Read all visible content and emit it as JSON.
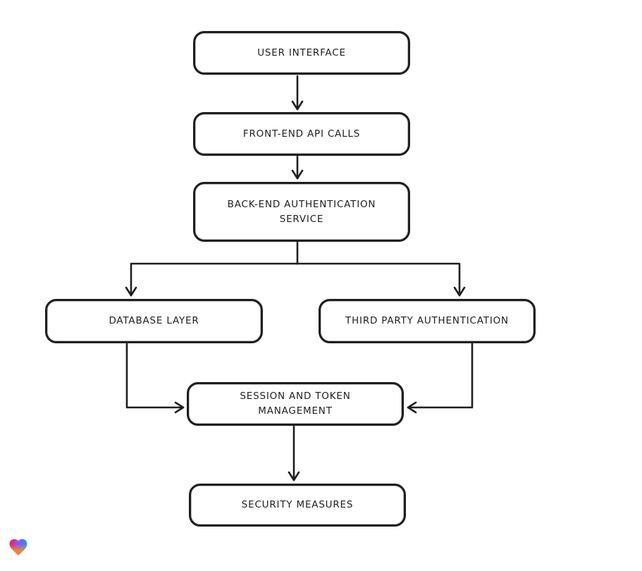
{
  "page": {
    "background_color": "#ffffff"
  },
  "diagram": {
    "type": "flowchart",
    "style": "hand-drawn",
    "stroke_color": "#1e1e1e",
    "node_fill_color": "#ffffff",
    "nodes": [
      {
        "id": "user-interface",
        "label": "USER INTERFACE"
      },
      {
        "id": "front-end-api-calls",
        "label": "FRONT-END API CALLS"
      },
      {
        "id": "back-end-authentication-service",
        "label": "BACK-END AUTHENTICATION SERVICE"
      },
      {
        "id": "database-layer",
        "label": "DATABASE LAYER"
      },
      {
        "id": "third-party-authentication",
        "label": "THIRD PARTY AUTHENTICATION"
      },
      {
        "id": "session-and-token-management",
        "label": "SESSION AND TOKEN MANAGEMENT"
      },
      {
        "id": "security-measures",
        "label": "SECURITY MEASURES"
      }
    ],
    "edges": [
      {
        "from": "user-interface",
        "to": "front-end-api-calls"
      },
      {
        "from": "front-end-api-calls",
        "to": "back-end-authentication-service"
      },
      {
        "from": "back-end-authentication-service",
        "to": "database-layer"
      },
      {
        "from": "back-end-authentication-service",
        "to": "third-party-authentication"
      },
      {
        "from": "database-layer",
        "to": "session-and-token-management"
      },
      {
        "from": "third-party-authentication",
        "to": "session-and-token-management"
      },
      {
        "from": "session-and-token-management",
        "to": "security-measures"
      }
    ]
  },
  "branding": {
    "logo": "lovable-heart-logo",
    "logo_colors": {
      "red": "#e5243f",
      "purple": "#9b4dff",
      "blue": "#3e7bfa",
      "teal": "#12b5c9",
      "orange": "#f7941d"
    }
  }
}
